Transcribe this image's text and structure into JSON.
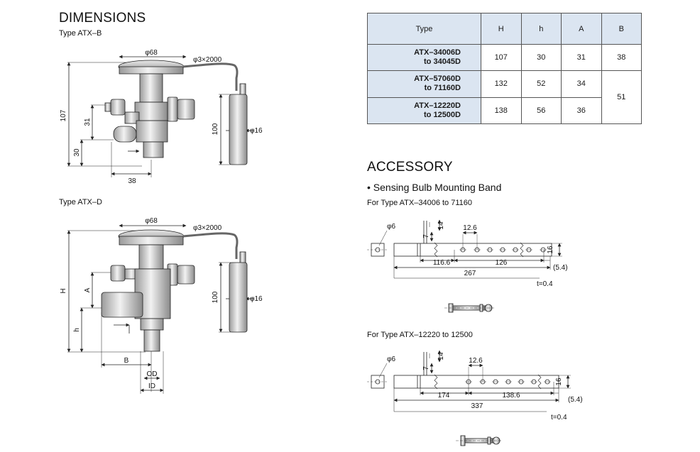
{
  "section_dimensions": {
    "title": "DIMENSIONS"
  },
  "atx_b": {
    "caption": "Type ATX–B",
    "labels": {
      "dia_top": "φ68",
      "capillary": "φ3×2000",
      "height": "107",
      "h31": "31",
      "h30": "30",
      "w38": "38",
      "bulb_len": "100",
      "bulb_dia": "φ16"
    }
  },
  "atx_d": {
    "caption": "Type ATX–D",
    "labels": {
      "dia_top": "φ68",
      "capillary": "φ3×2000",
      "H": "H",
      "A": "A",
      "h": "h",
      "B": "B",
      "OD": "OD",
      "ID": "ID",
      "bulb_len": "100",
      "bulb_dia": "φ16"
    }
  },
  "spec_table": {
    "headers": [
      "Type",
      "H",
      "h",
      "A",
      "B"
    ],
    "rows": [
      {
        "type_line1": "ATX–34006D",
        "type_line2": "to 34045D",
        "H": "107",
        "h": "30",
        "A": "31",
        "B": "38"
      },
      {
        "type_line1": "ATX–57060D",
        "type_line2": "to 71160D",
        "H": "132",
        "h": "52",
        "A": "34",
        "B": "51"
      },
      {
        "type_line1": "ATX–12220D",
        "type_line2": "to 12500D",
        "H": "138",
        "h": "56",
        "A": "36"
      }
    ]
  },
  "section_accessory": {
    "title": "ACCESSORY",
    "bullet": "• Sensing Bulb Mounting Band"
  },
  "band_small": {
    "caption": "For Type ATX–34006 to 71160",
    "labels": {
      "hole": "φ6",
      "w14": "14",
      "w7": "7",
      "pitch": "12.6",
      "h16": "16",
      "d1": "116.6",
      "d2": "126",
      "offset": "(5.4)",
      "total": "267",
      "thickness": "t=0.4"
    }
  },
  "band_large": {
    "caption": "For Type ATX–12220 to 12500",
    "labels": {
      "hole": "φ6",
      "w14": "14",
      "w7": "7",
      "pitch": "12.6",
      "h16": "16",
      "d1": "174",
      "d2": "138.6",
      "offset": "(5.4)",
      "total": "337",
      "thickness": "t=0.4"
    }
  }
}
